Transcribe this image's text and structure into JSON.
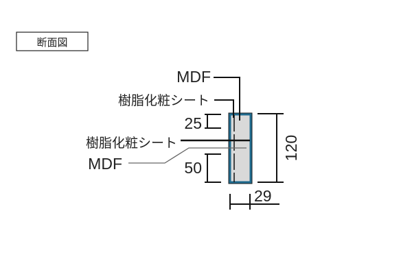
{
  "title": "断面図",
  "labels": {
    "mdf_top": "MDF",
    "sheet_top": "樹脂化粧シート",
    "sheet_mid": "樹脂化粧シート",
    "mdf_mid": "MDF"
  },
  "dimensions": {
    "top_height": "25",
    "bottom_height": "50",
    "total_height": "120",
    "thickness": "29"
  },
  "colors": {
    "panel_fill": "#d9d9d9",
    "panel_edge": "#1f6b8e"
  }
}
